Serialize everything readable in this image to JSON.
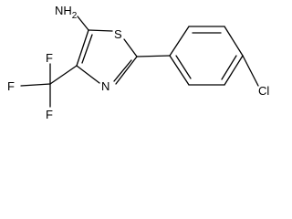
{
  "molecule": {
    "atoms": {
      "amine": "NH2",
      "amine_main": "H",
      "amine_sub": "2",
      "amine_n": "N",
      "sulfur": "S",
      "nitrogen": "N",
      "chlorine": "Cl",
      "fluorine_1": "F",
      "fluorine_2": "F",
      "fluorine_3": "F"
    }
  }
}
